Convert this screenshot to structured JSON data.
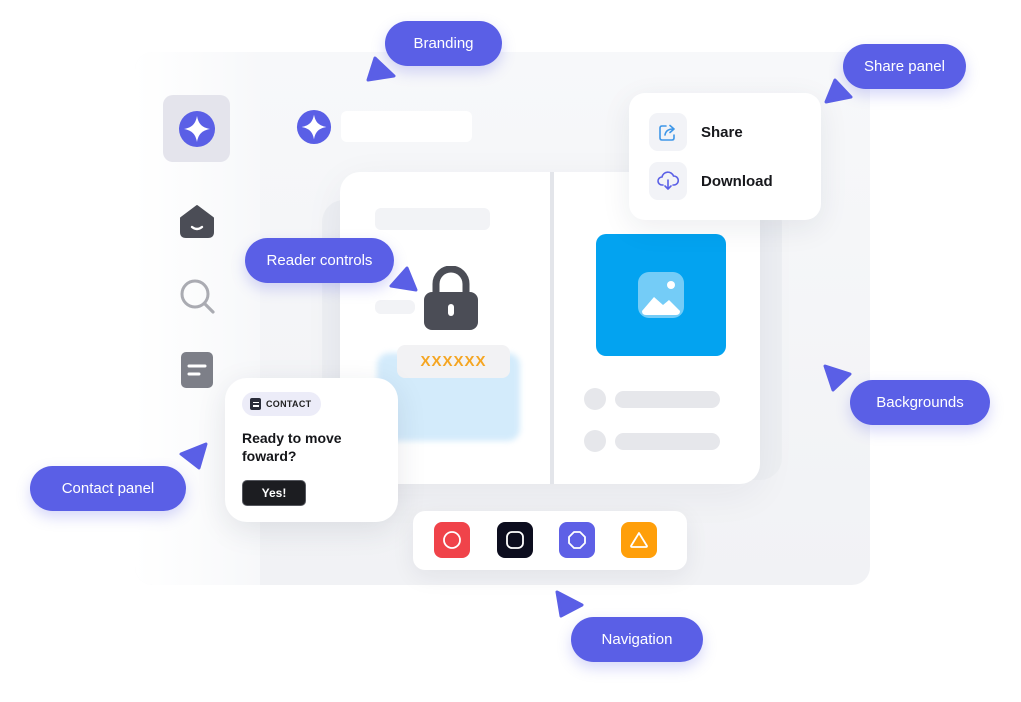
{
  "callouts": {
    "branding": "Branding",
    "share_panel": "Share panel",
    "reader_controls": "Reader controls",
    "backgrounds": "Backgrounds",
    "contact_panel": "Contact panel",
    "navigation": "Navigation"
  },
  "share_panel": {
    "items": [
      {
        "label": "Share",
        "icon": "share-icon"
      },
      {
        "label": "Download",
        "icon": "cloud-download-icon"
      }
    ]
  },
  "reader": {
    "locked_code": "XXXXXX"
  },
  "contact": {
    "badge": "CONTACT",
    "message": "Ready to move foward?",
    "button": "Yes!"
  },
  "navigation": {
    "buttons": [
      {
        "shape": "circle",
        "color": "#f0434a"
      },
      {
        "shape": "rounded-square",
        "color": "#0c0d1e"
      },
      {
        "shape": "octagon",
        "color": "#5e60e6"
      },
      {
        "shape": "triangle",
        "color": "#ff9f0a"
      }
    ]
  },
  "sidebar": {
    "icons": [
      "brand-star-icon",
      "home-icon",
      "search-icon",
      "document-icon"
    ]
  },
  "colors": {
    "accent": "#5a5fe6",
    "image_tile": "#03a3f0",
    "code_text": "#f5a623"
  }
}
